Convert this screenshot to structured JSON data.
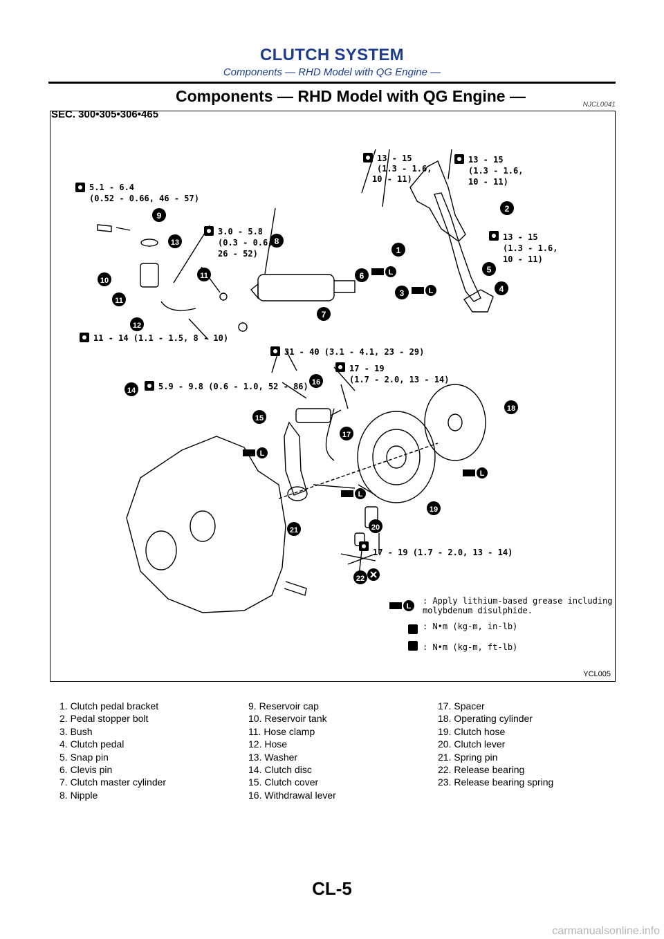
{
  "header": {
    "title": "CLUTCH SYSTEM",
    "subtitle": "Components — RHD Model with QG Engine —"
  },
  "section": {
    "heading": "Components — RHD Model with QG Engine —",
    "ref_code": "NJCL0041"
  },
  "figure": {
    "sec_code": "SEC. 300•305•306•465",
    "figure_id": "YCL005",
    "torques": [
      "13 - 15",
      "(1.3 - 1.6,",
      "10 - 11)",
      "13 - 15",
      "(1.3 - 1.6,",
      "10 - 11)",
      "5.1 - 6.4",
      "(0.52 - 0.66, 46 - 57)",
      "3.0 - 5.8",
      "(0.3 - 0.6,",
      "26 - 52)",
      "13 - 15",
      "(1.3 - 1.6,",
      "10 - 11)",
      "11 - 14 (1.1 - 1.5, 8 - 10)",
      "31 - 40 (3.1 - 4.1, 23 - 29)",
      "17 - 19",
      "(1.7 - 2.0, 13 - 14)",
      "5.9 - 9.8 (0.6 - 1.0, 52 - 86)",
      "17 - 19 (1.7 - 2.0, 13 - 14)"
    ],
    "callouts": [
      "1",
      "2",
      "3",
      "4",
      "5",
      "6",
      "7",
      "8",
      "9",
      "10",
      "11",
      "11",
      "12",
      "13",
      "14",
      "15",
      "16",
      "17",
      "18",
      "19",
      "20",
      "21",
      "22"
    ],
    "grease_label": "L",
    "legend": {
      "grease": ": Apply lithium-based grease including molybdenum disulphide.",
      "nm_lb": ": N•m (kg-m, in-lb)",
      "nm_ft": ": N•m (kg-m, ft-lb)"
    }
  },
  "parts_list": [
    [
      "1. Clutch pedal bracket",
      "2. Pedal stopper bolt",
      "3. Bush",
      "4. Clutch pedal",
      "5. Snap pin",
      "6. Clevis pin",
      "7. Clutch master cylinder",
      "8. Nipple"
    ],
    [
      "9. Reservoir cap",
      "10. Reservoir tank",
      "11. Hose clamp",
      "12. Hose",
      "13. Washer",
      "14. Clutch disc",
      "15. Clutch cover",
      "16. Withdrawal lever"
    ],
    [
      "17. Spacer",
      "18. Operating cylinder",
      "19. Clutch hose",
      "20. Clutch lever",
      "21. Spring pin",
      "22. Release bearing",
      "23. Release bearing spring"
    ]
  ],
  "page_number": "CL-5",
  "watermark": "carmanualsonline.info"
}
